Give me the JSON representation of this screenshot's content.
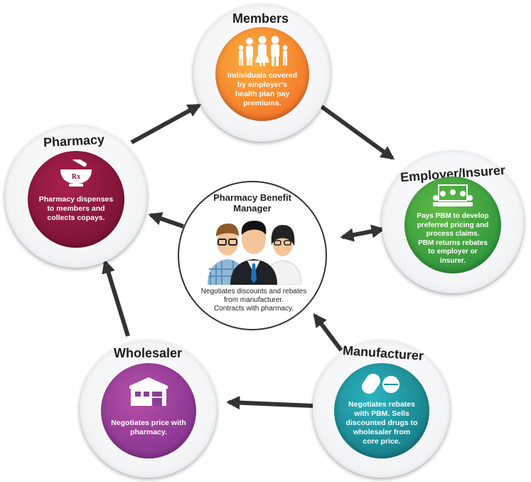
{
  "center": {
    "title_line1": "Pharmacy Benefit",
    "title_line2": "Manager",
    "desc_line1": "Negotiates discounts and rebates",
    "desc_line2": "from manufacturer.",
    "desc_line3": "Contracts with pharmacy."
  },
  "nodes": {
    "members": {
      "title": "Members",
      "color": "#f7941d",
      "icon": "family-icon",
      "lines": [
        "Individuals covered",
        "by employer's",
        "health plan pay",
        "premiums."
      ]
    },
    "employer": {
      "title": "Employer/Insurer",
      "color": "#39a845",
      "icon": "meeting-icon",
      "lines": [
        "Pays  PBM to develop",
        "preferred pricing and",
        "process claims.",
        "PBM returns rebates",
        "to employer or",
        "insurer."
      ]
    },
    "manufacturer": {
      "title": "Manufacturer",
      "color": "#1c8d96",
      "icon": "pills-icon",
      "lines": [
        "Negotiates rebates",
        "with PBM.  Sells",
        "discounted drugs to",
        "wholesaler from",
        "core price."
      ]
    },
    "wholesaler": {
      "title": "Wholesaler",
      "color": "#8e3d98",
      "icon": "warehouse-icon",
      "lines": [
        "Negotiates price with",
        "pharmacy."
      ]
    },
    "pharmacy": {
      "title": "Pharmacy",
      "color": "#8c1438",
      "icon": "mortar-pestle-icon",
      "icon_text": "Rx",
      "lines": [
        "Pharmacy dispenses",
        "to  members and",
        "collects copays."
      ]
    }
  }
}
